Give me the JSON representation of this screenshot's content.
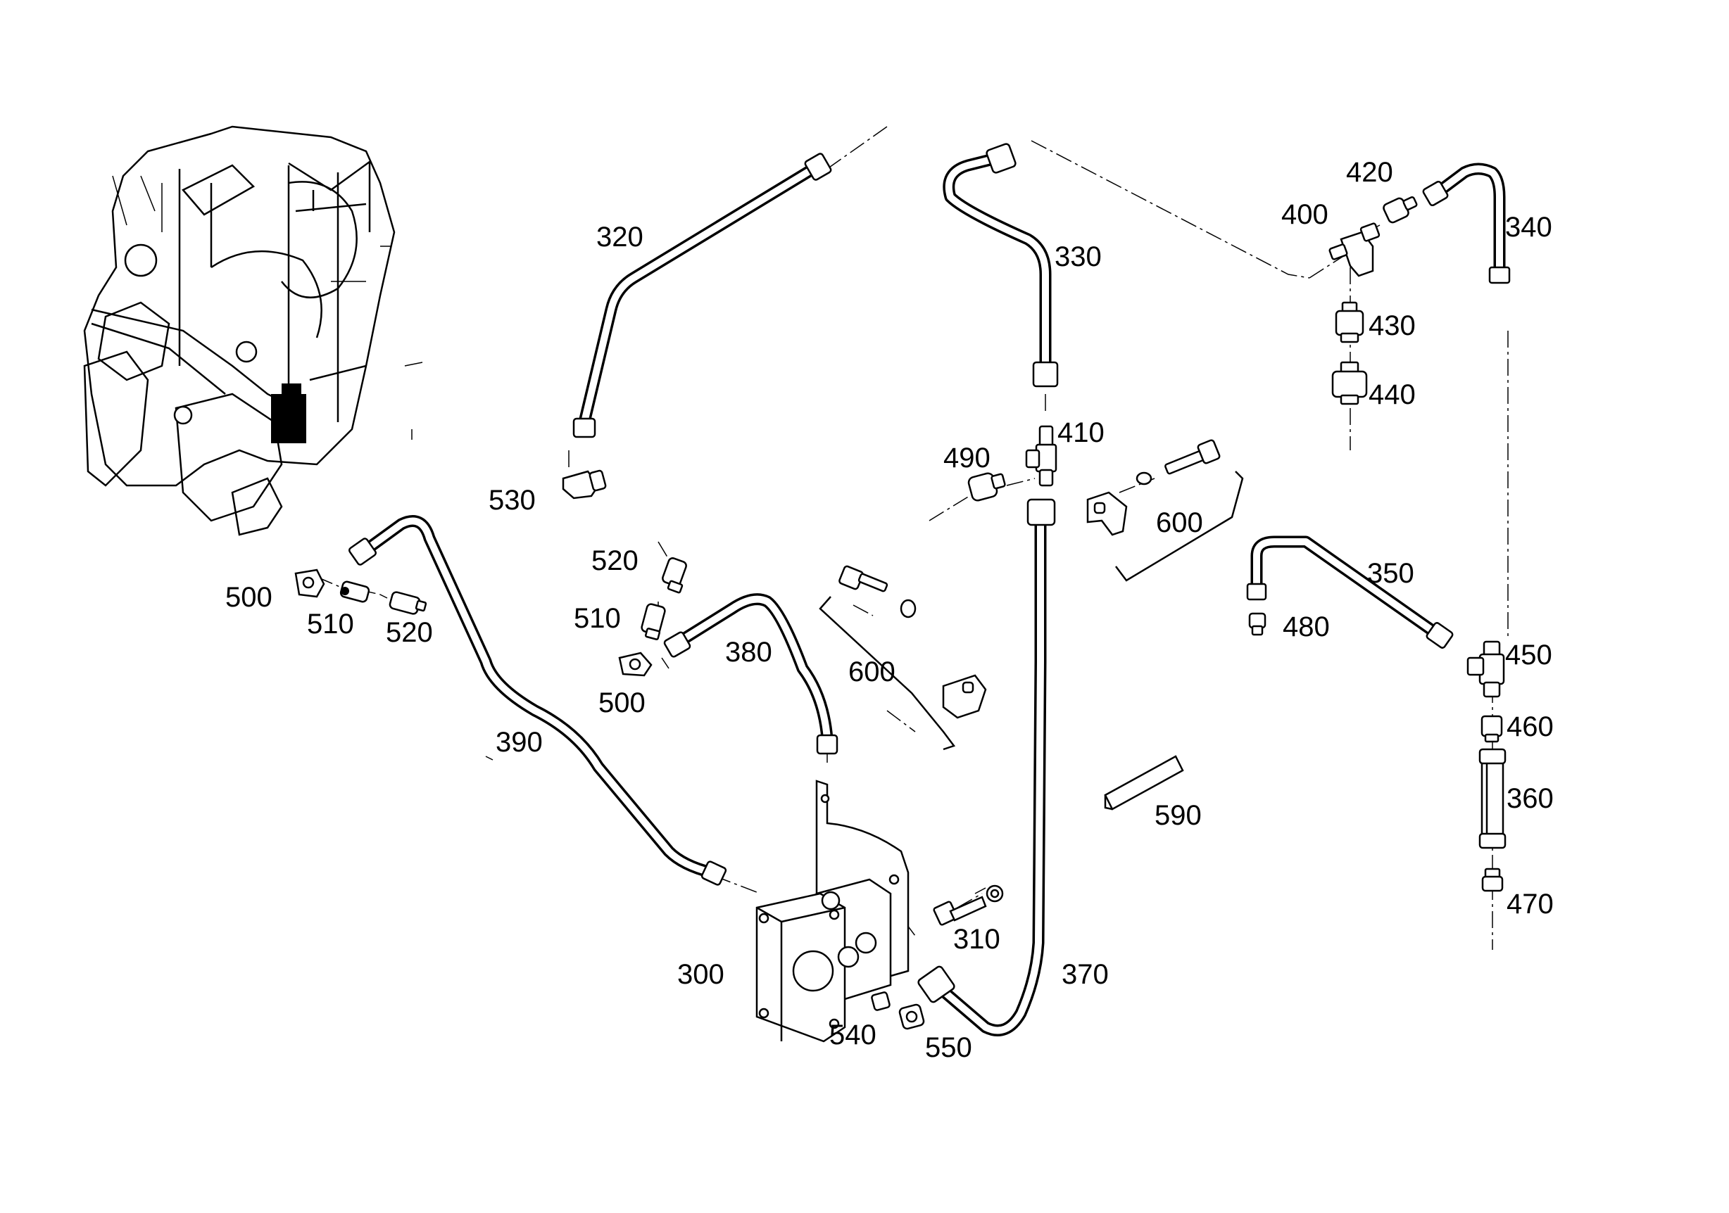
{
  "labels": {
    "l300": "300",
    "l310": "310",
    "l320": "320",
    "l330": "330",
    "l340": "340",
    "l350": "350",
    "l360": "360",
    "l370": "370",
    "l380": "380",
    "l390": "390",
    "l400": "400",
    "l410": "410",
    "l420": "420",
    "l430": "430",
    "l440": "440",
    "l450": "450",
    "l460": "460",
    "l470": "470",
    "l480": "480",
    "l490": "490",
    "l500a": "500",
    "l510a": "510",
    "l520a": "520",
    "l500b": "500",
    "l510b": "510",
    "l520b": "520",
    "l530": "530",
    "l540": "540",
    "l550": "550",
    "l590": "590",
    "l600a": "600",
    "l600b": "600"
  }
}
